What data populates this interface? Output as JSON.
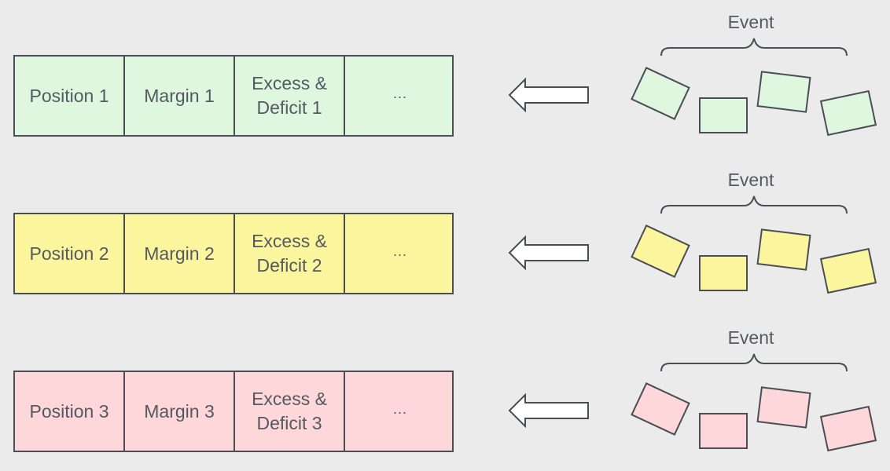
{
  "colors": {
    "background": "#ebebeb",
    "stroke": "#4a4d55",
    "text": "#555961",
    "arrow_fill": "#ffffff"
  },
  "rows": [
    {
      "fill": "#dff7df",
      "event_label": "Event",
      "cells": [
        "Position 1",
        "Margin 1",
        "Excess &\nDeficit 1",
        "..."
      ]
    },
    {
      "fill": "#fbf59e",
      "event_label": "Event",
      "cells": [
        "Position 2",
        "Margin 2",
        "Excess &\nDeficit 2",
        "..."
      ]
    },
    {
      "fill": "#fdd7da",
      "event_label": "Event",
      "cells": [
        "Position 3",
        "Margin 3",
        "Excess &\nDeficit 3",
        "..."
      ]
    }
  ]
}
